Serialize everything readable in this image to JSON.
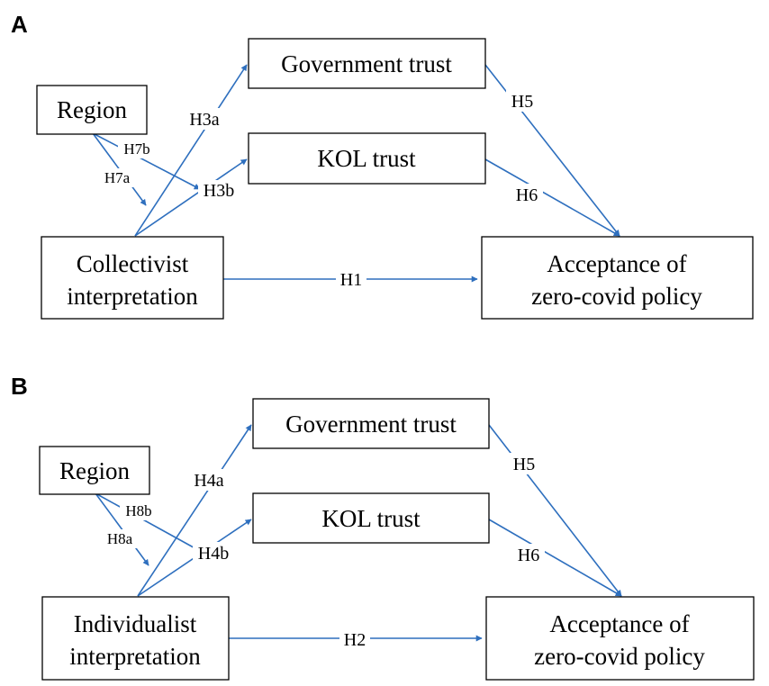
{
  "colors": {
    "arrow": "#2e6fbe",
    "box_border": "#000000",
    "text": "#000000"
  },
  "panels": [
    {
      "letter": "A",
      "region": "Region",
      "gov_trust": "Government trust",
      "kol_trust": "KOL trust",
      "predictor_line1": "Collectivist",
      "predictor_line2": "interpretation",
      "outcome_line1": "Acceptance of",
      "outcome_line2": "zero-covid policy",
      "h_gov": "H3a",
      "h_kol": "H3b",
      "h_direct": "H1",
      "h_gov_out": "H5",
      "h_kol_out": "H6",
      "h_mod_a": "H7a",
      "h_mod_b": "H7b"
    },
    {
      "letter": "B",
      "region": "Region",
      "gov_trust": "Government trust",
      "kol_trust": "KOL trust",
      "predictor_line1": "Individualist",
      "predictor_line2": "interpretation",
      "outcome_line1": "Acceptance of",
      "outcome_line2": "zero-covid policy",
      "h_gov": "H4a",
      "h_kol": "H4b",
      "h_direct": "H2",
      "h_gov_out": "H5",
      "h_kol_out": "H6",
      "h_mod_a": "H8a",
      "h_mod_b": "H8b"
    }
  ]
}
